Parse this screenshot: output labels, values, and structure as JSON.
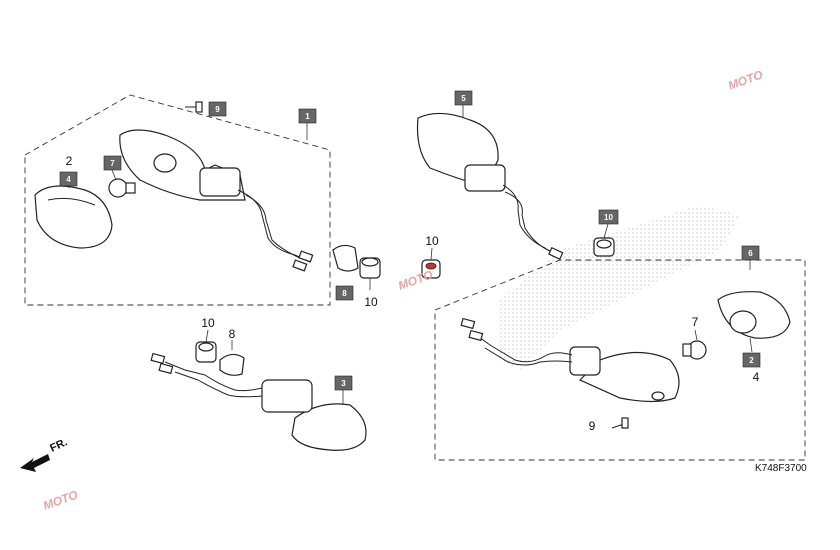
{
  "diagram": {
    "code": "K748F3700",
    "front_label": "FR.",
    "watermark": "MOTO",
    "boxed_labels": [
      {
        "id": "b9a",
        "text": "9"
      },
      {
        "id": "b1",
        "text": "1"
      },
      {
        "id": "b4a",
        "text": "4"
      },
      {
        "id": "b7a",
        "text": "7"
      },
      {
        "id": "b5",
        "text": "5"
      },
      {
        "id": "b10a",
        "text": "10"
      },
      {
        "id": "b8a",
        "text": "8"
      },
      {
        "id": "b6",
        "text": "6"
      },
      {
        "id": "b2b",
        "text": "2"
      },
      {
        "id": "b3",
        "text": "3"
      }
    ],
    "plain_labels": [
      {
        "id": "p2a",
        "text": "2"
      },
      {
        "id": "p10a",
        "text": "10"
      },
      {
        "id": "p10b",
        "text": "10"
      },
      {
        "id": "p10c",
        "text": "10"
      },
      {
        "id": "p8b",
        "text": "8"
      },
      {
        "id": "p7b",
        "text": "7"
      },
      {
        "id": "p4b",
        "text": "4"
      },
      {
        "id": "p9b",
        "text": "9"
      }
    ]
  }
}
